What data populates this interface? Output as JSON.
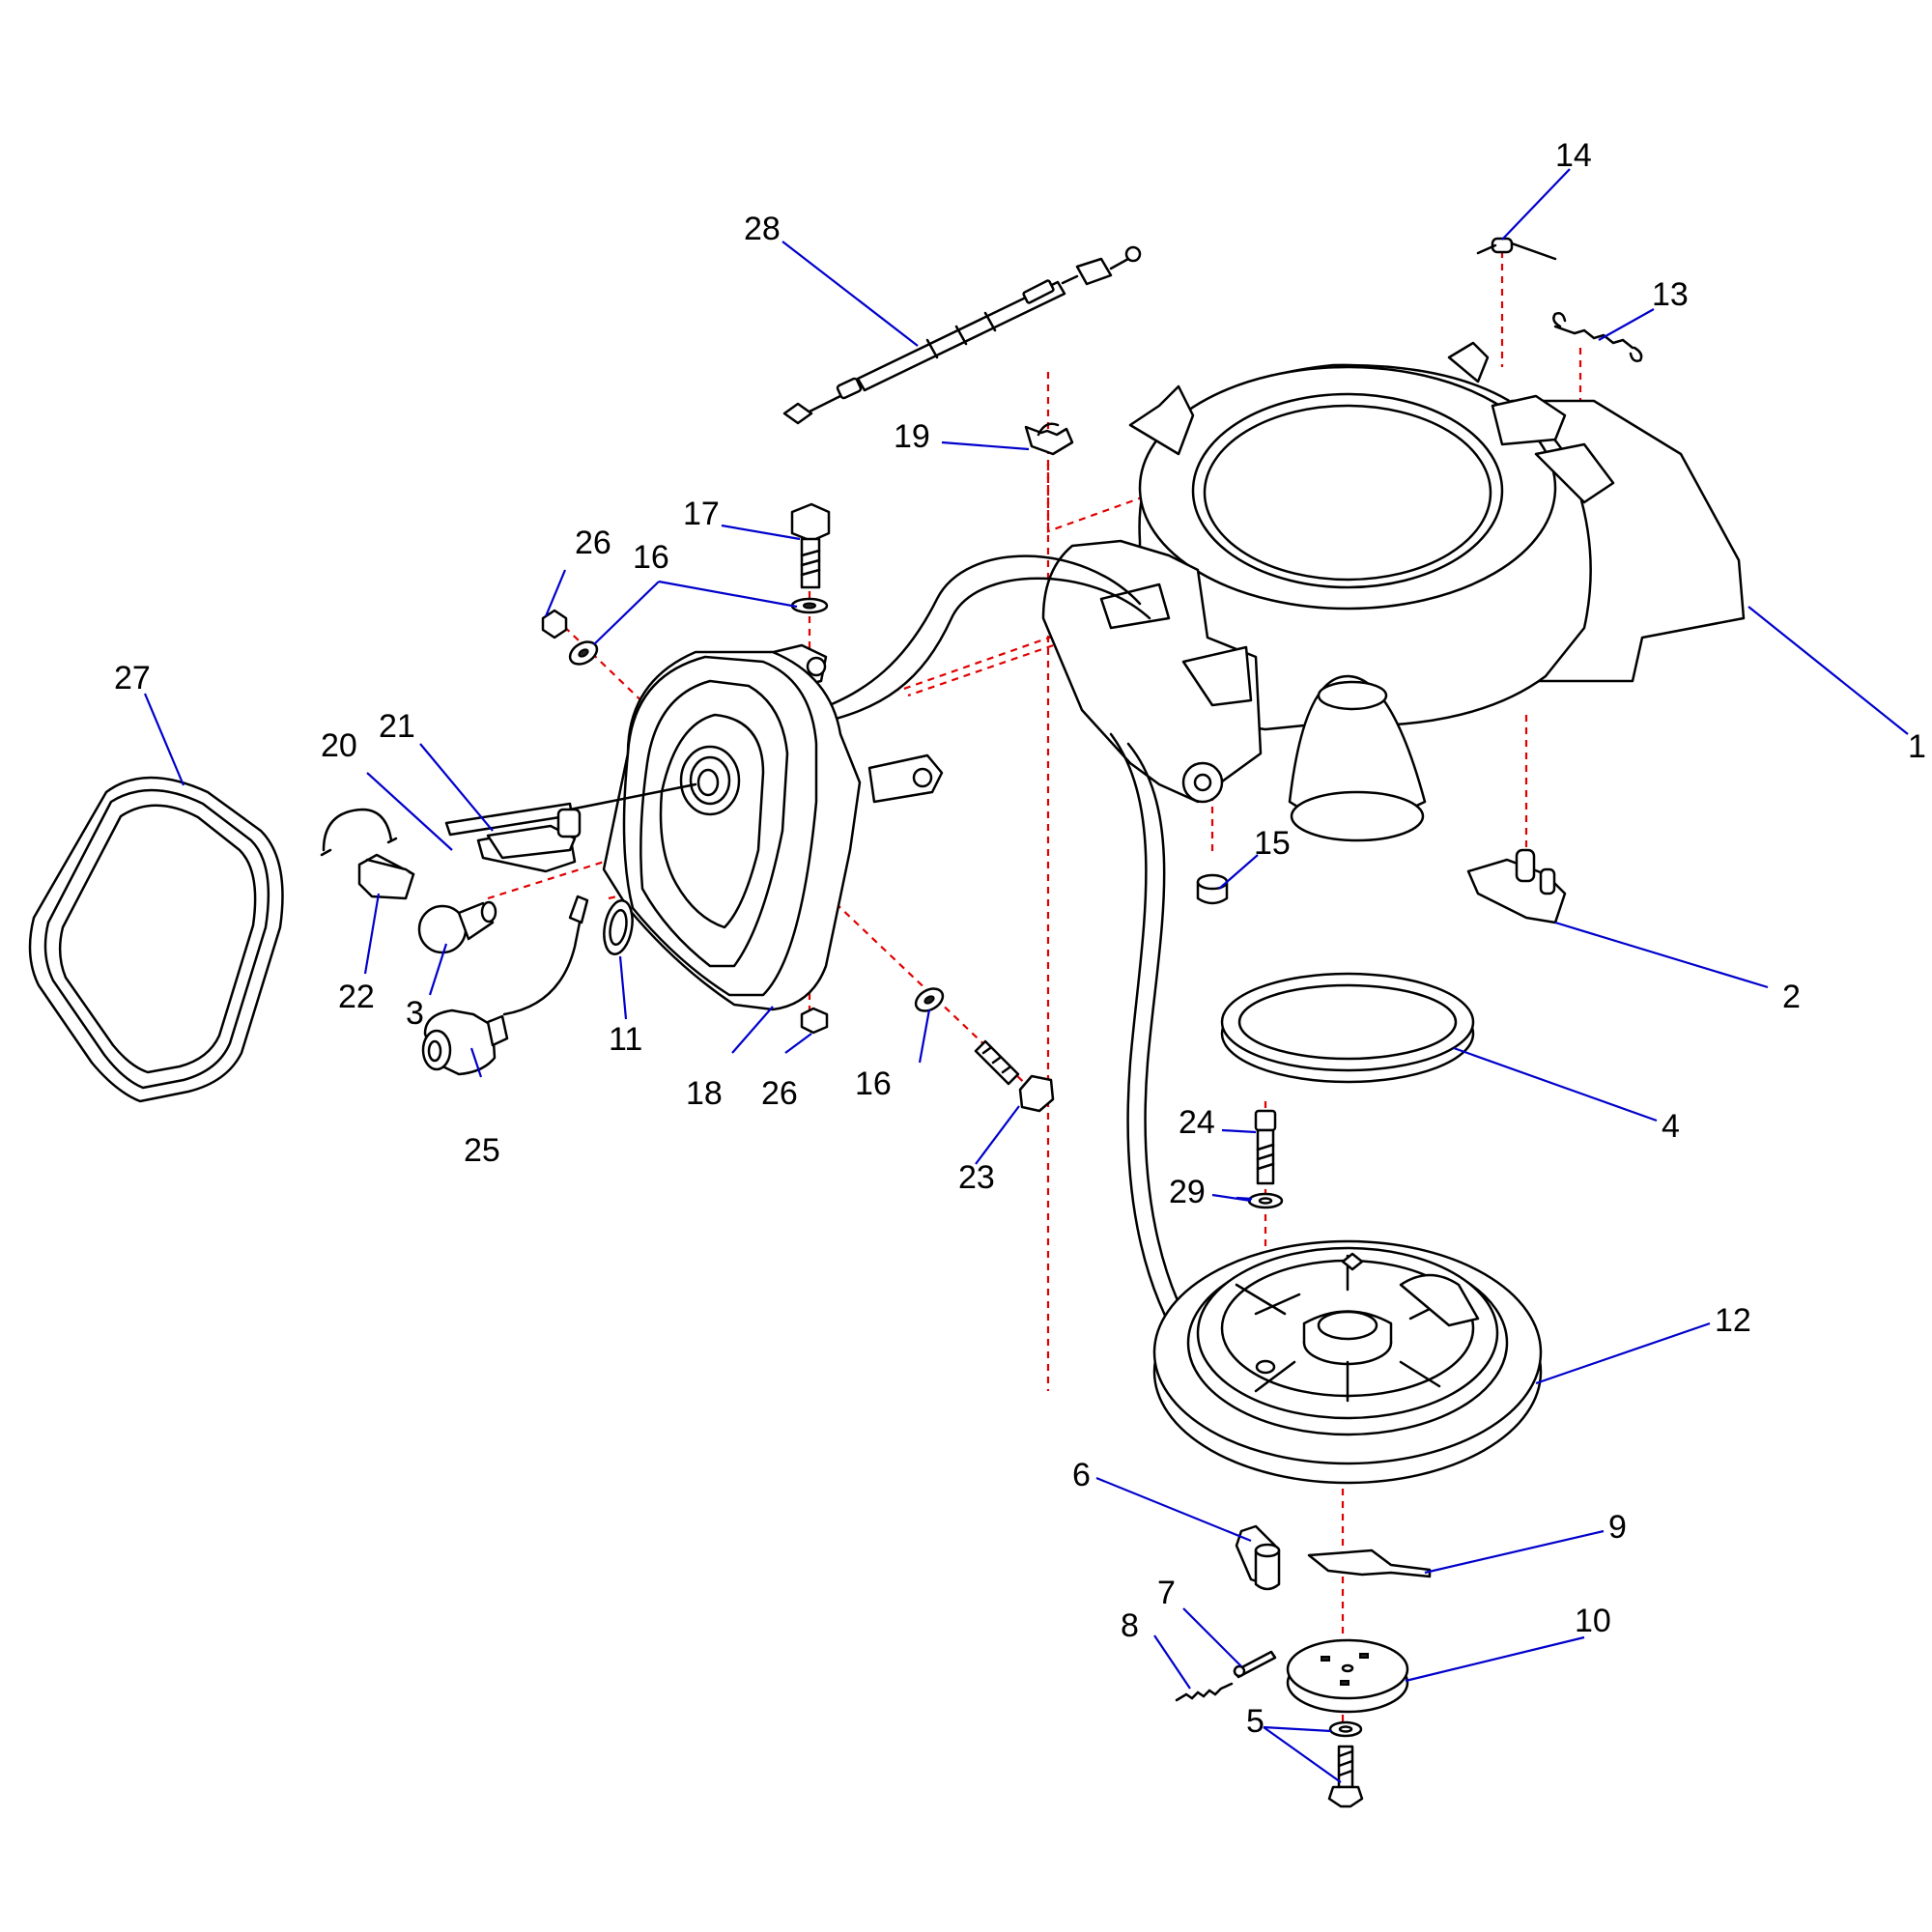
{
  "colors": {
    "leader": "#0000cc",
    "assembly_axis": "#e00000",
    "outline": "#000000",
    "background": "#ffffff"
  },
  "callouts": {
    "c1": "1",
    "c2": "2",
    "c3": "3",
    "c4": "4",
    "c5": "5",
    "c6": "6",
    "c7": "7",
    "c8": "8",
    "c9": "9",
    "c10": "10",
    "c11": "11",
    "c12": "12",
    "c13": "13",
    "c14": "14",
    "c15": "15",
    "c16a": "16",
    "c16b": "16",
    "c17": "17",
    "c18": "18",
    "c19": "19",
    "c20": "20",
    "c21": "21",
    "c22": "22",
    "c23": "23",
    "c24": "24",
    "c25": "25",
    "c26a": "26",
    "c26b": "26",
    "c27": "27",
    "c28": "28",
    "c29": "29"
  }
}
